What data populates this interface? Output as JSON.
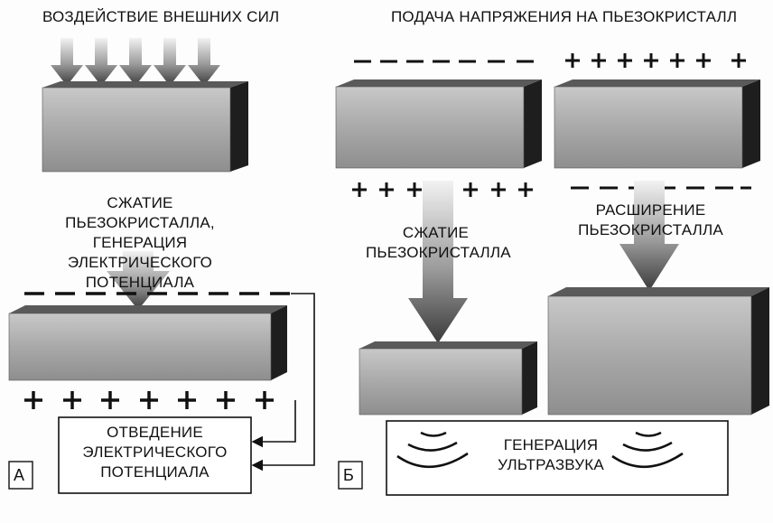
{
  "panel_a": {
    "letter": "А",
    "title": "ВОЗДЕЙСТВИЕ ВНЕШНИХ СИЛ",
    "compression_caption": "СЖАТИЕ ПЬЕЗОКРИСТАЛЛА,\nГЕНЕРАЦИЯ ЭЛЕКТРИЧЕСКОГО\nПОТЕНЦИАЛА",
    "output_box": "ОТВЕДЕНИЕ\nЭЛЕКТРИЧЕСКОГО\nПОТЕНЦИАЛА"
  },
  "panel_b": {
    "letter": "Б",
    "title": "ПОДАЧА НАПРЯЖЕНИЯ НА ПЬЕЗОКРИСТАЛЛ",
    "compression_caption": "СЖАТИЕ\nПЬЕЗОКРИСТАЛЛА",
    "expansion_caption": "РАСШИРЕНИЕ\nПЬЕЗОКРИСТАЛЛА",
    "ultrasound_box": "ГЕНЕРАЦИЯ\nУЛЬТРАЗВУКА"
  },
  "colors": {
    "crystal_front": "#a8a8a8",
    "crystal_top": "#5a5a5a",
    "crystal_side": "#1e1e1e",
    "arrow_dark": "#3a3a3a",
    "arrow_light": "#e8e8e8",
    "line": "#111111"
  }
}
